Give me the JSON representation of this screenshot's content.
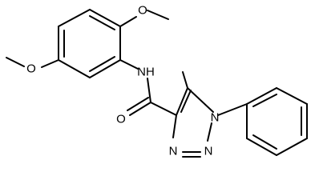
{
  "colors": {
    "background": "#ffffff",
    "ink": "#000000"
  },
  "atoms": [
    {
      "id": "O1",
      "text": "O"
    },
    {
      "id": "O2",
      "text": "O"
    },
    {
      "id": "NH",
      "text": "NH"
    },
    {
      "id": "O3",
      "text": "O"
    },
    {
      "id": "N1",
      "text": "N"
    },
    {
      "id": "N2",
      "text": "N"
    },
    {
      "id": "N3",
      "text": "N"
    }
  ]
}
